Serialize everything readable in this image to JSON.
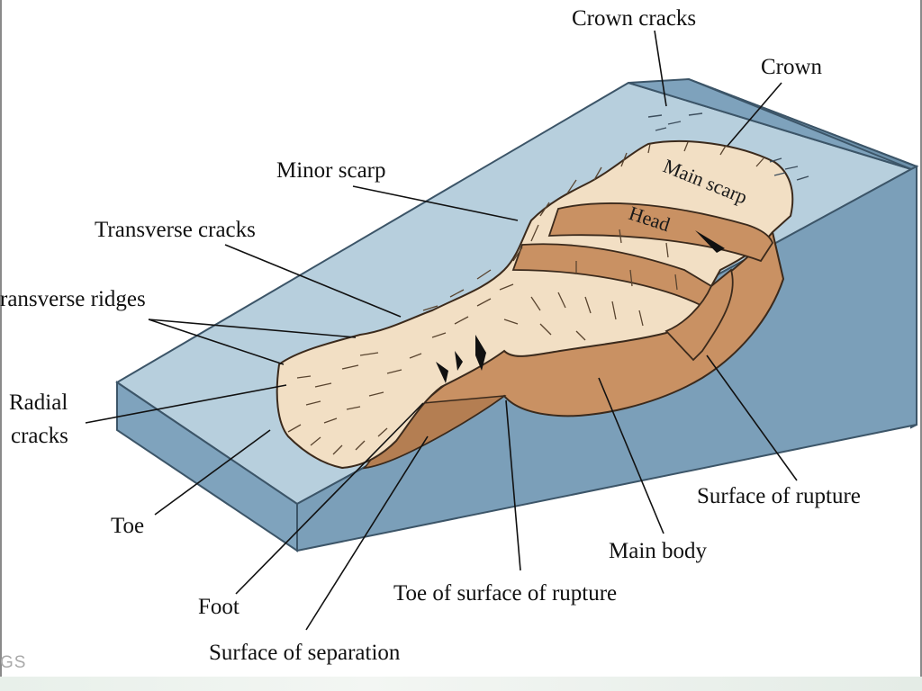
{
  "labels": {
    "crown_cracks": "Crown cracks",
    "crown": "Crown",
    "minor_scarp": "Minor scarp",
    "transverse_cracks": "Transverse cracks",
    "transverse_ridges": "ransverse ridges",
    "radial_cracks_1": "Radial",
    "radial_cracks_2": "cracks",
    "toe": "Toe",
    "foot": "Foot",
    "surface_of_separation": "Surface of separation",
    "toe_of_surface_of_rupture": "Toe of surface of rupture",
    "main_body": "Main body",
    "surface_of_rupture": "Surface of rupture",
    "main_scarp": "Main scarp",
    "head": "Head"
  },
  "watermark": "GS",
  "colors": {
    "slope_top": "#b7cfdd",
    "slope_side_front": "#7fa3bd",
    "slope_side_right": "#6f93ad",
    "slide_body": "#c99163",
    "slide_debris": "#f2dfc4",
    "crack_marks": "#5a4530"
  }
}
